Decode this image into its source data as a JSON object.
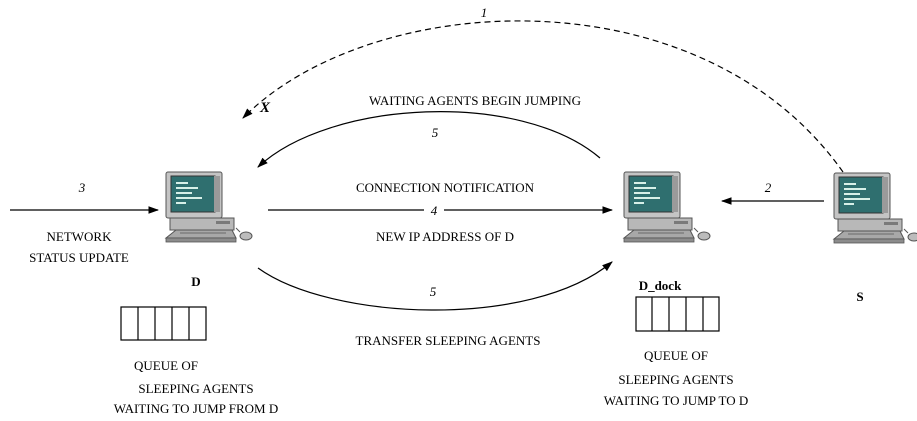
{
  "steps": {
    "dashed": "1",
    "s_to_dock": "2",
    "network_in": "3",
    "connection": "4",
    "transfer_top": "5",
    "transfer_bottom": "5"
  },
  "labels": {
    "waiting_agents": "WAITING  AGENTS  BEGIN  JUMPING",
    "connection_notification": "CONNECTION NOTIFICATION",
    "new_ip": "NEW IP ADDRESS OF D",
    "network_line1": "NETWORK",
    "network_line2": "STATUS  UPDATE",
    "transfer_sleeping": "TRANSFER SLEEPING AGENTS",
    "x_mark": "X"
  },
  "nodes": {
    "d": "D",
    "d_dock": "D_dock",
    "s": "S"
  },
  "queues": {
    "d": {
      "line1": "QUEUE  OF",
      "line2": "SLEEPING AGENTS",
      "line3": "WAITING TO JUMP FROM D"
    },
    "d_dock": {
      "line1": "QUEUE  OF",
      "line2": "SLEEPING AGENTS",
      "line3": "WAITING TO JUMP TO D"
    }
  },
  "icons": [
    "computer-icon"
  ],
  "colors": {
    "screen": "#2f6f6f",
    "case": "#b8b8b8",
    "case_dark": "#7a7a7a"
  }
}
